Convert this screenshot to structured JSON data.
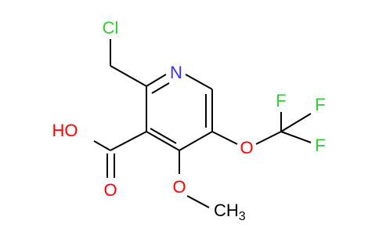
{
  "molecule": {
    "atoms": {
      "cl": "Cl",
      "n": "N",
      "o_hydroxyl": "HO",
      "o_carbonyl": "O",
      "o_methoxy": "O",
      "ch3_c": "CH",
      "ch3_sub": "3",
      "o_ocf3": "O",
      "f_top": "F",
      "f_mid": "F",
      "f_bottom": "F"
    }
  },
  "colors": {
    "carbon_bond": "#000000",
    "chlorine": "#33cc33",
    "nitrogen": "#3333ff",
    "oxygen": "#ff0000",
    "fluorine": "#33cc33",
    "background": "#ffffff"
  }
}
